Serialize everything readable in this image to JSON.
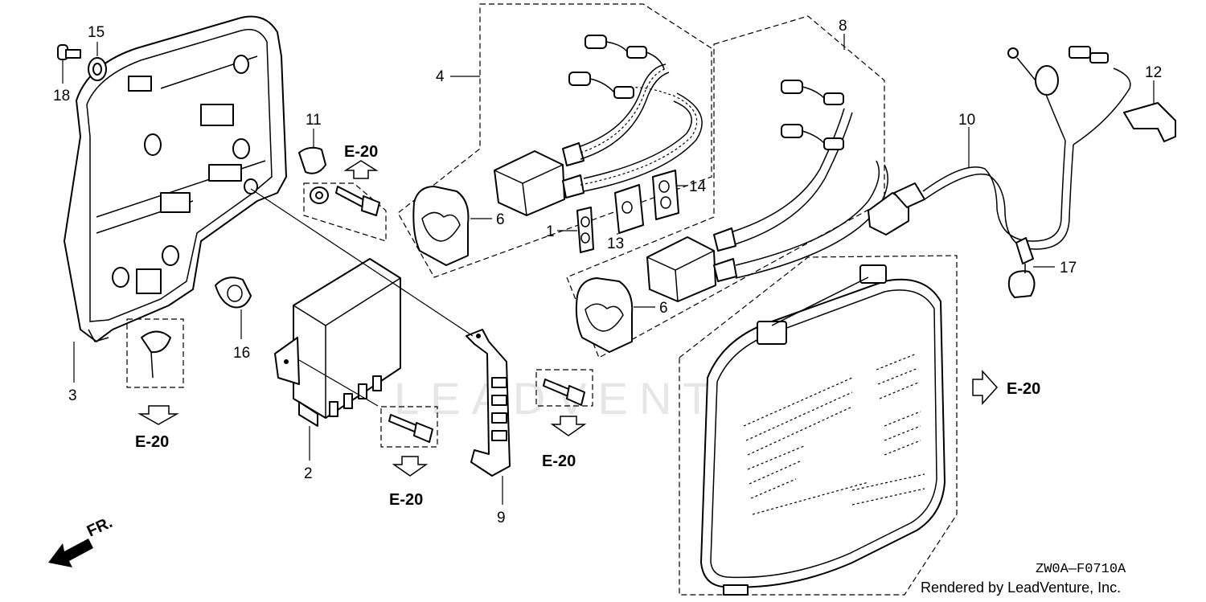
{
  "diagram": {
    "part_numbers": {
      "p1": "1",
      "p2": "2",
      "p3": "3",
      "p4": "4",
      "p6a": "6",
      "p6b": "6",
      "p8": "8",
      "p9": "9",
      "p10": "10",
      "p11": "11",
      "p12": "12",
      "p13": "13",
      "p14": "14",
      "p15": "15",
      "p16": "16",
      "p17": "17",
      "p18": "18"
    },
    "ref_labels": {
      "r1": "E-20",
      "r2": "E-20",
      "r3": "E-20",
      "r4": "E-20",
      "r5": "E-20"
    },
    "front_label": "FR.",
    "drawing_code": "ZW0A—F0710A",
    "credit": "Rendered by LeadVenture, Inc.",
    "watermark": "LEADVENTURE"
  }
}
